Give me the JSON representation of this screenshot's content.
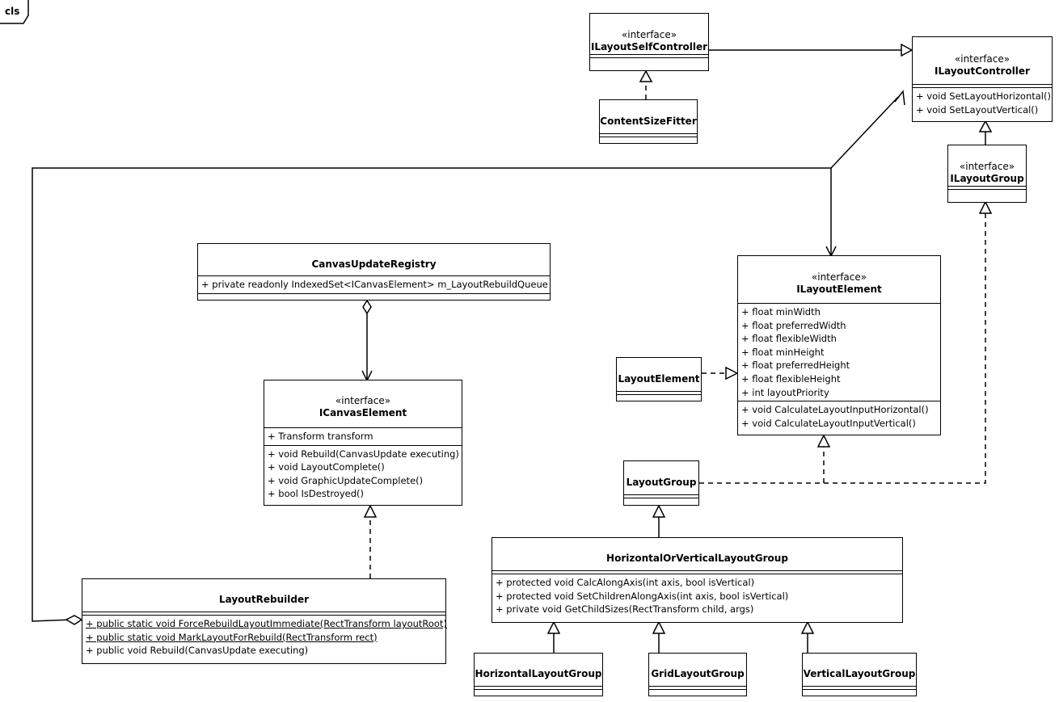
{
  "frame": {
    "label": "cls"
  },
  "classes": {
    "ilayoutselfcontroller": {
      "stereotype": "«interface»",
      "name": "ILayoutSelfController"
    },
    "ilayoutcontroller": {
      "stereotype": "«interface»",
      "name": "ILayoutController",
      "methods": [
        "+ void SetLayoutHorizontal()",
        "+ void SetLayoutVertical()"
      ]
    },
    "contentsizefitter": {
      "name": "ContentSizeFitter"
    },
    "ilayoutgroup": {
      "stereotype": "«interface»",
      "name": "ILayoutGroup"
    },
    "canvasupdateregistry": {
      "name": "CanvasUpdateRegistry",
      "attributes": [
        "+ private readonly IndexedSet<ICanvasElement> m_LayoutRebuildQueue"
      ]
    },
    "ilayoutelement": {
      "stereotype": "«interface»",
      "name": "ILayoutElement",
      "attributes": [
        "+ float minWidth",
        "+ float preferredWidth",
        "+ float flexibleWidth",
        "+ float minHeight",
        "+ float preferredHeight",
        "+ float flexibleHeight",
        "+ int layoutPriority"
      ],
      "methods": [
        "+ void CalculateLayoutInputHorizontal()",
        "+ void CalculateLayoutInputVertical()"
      ]
    },
    "layoutelement": {
      "name": "LayoutElement"
    },
    "icanvaselement": {
      "stereotype": "«interface»",
      "name": "ICanvasElement",
      "attributes": [
        "+ Transform transform"
      ],
      "methods": [
        "+ void Rebuild(CanvasUpdate executing)",
        "+ void LayoutComplete()",
        "+ void GraphicUpdateComplete()",
        "+ bool IsDestroyed()"
      ]
    },
    "layoutgroup": {
      "name": "LayoutGroup"
    },
    "horizontalorverticallayoutgroup": {
      "name": "HorizontalOrVerticalLayoutGroup",
      "methods": [
        "+ protected void CalcAlongAxis(int axis, bool isVertical)",
        "+ protected void SetChildrenAlongAxis(int axis, bool isVertical)",
        "+ private void GetChildSizes(RectTransform child, args)"
      ]
    },
    "layoutrebuilder": {
      "name": "LayoutRebuilder",
      "methods": [
        "+ public static void ForceRebuildLayoutImmediate(RectTransform layoutRoot)",
        "+ public static void MarkLayoutForRebuild(RectTransform rect)",
        "+ public void Rebuild(CanvasUpdate executing)"
      ]
    },
    "horizontallayoutgroup": {
      "name": "HorizontalLayoutGroup"
    },
    "gridlayoutgroup": {
      "name": "GridLayoutGroup"
    },
    "verticallayoutgroup": {
      "name": "VerticalLayoutGroup"
    }
  }
}
